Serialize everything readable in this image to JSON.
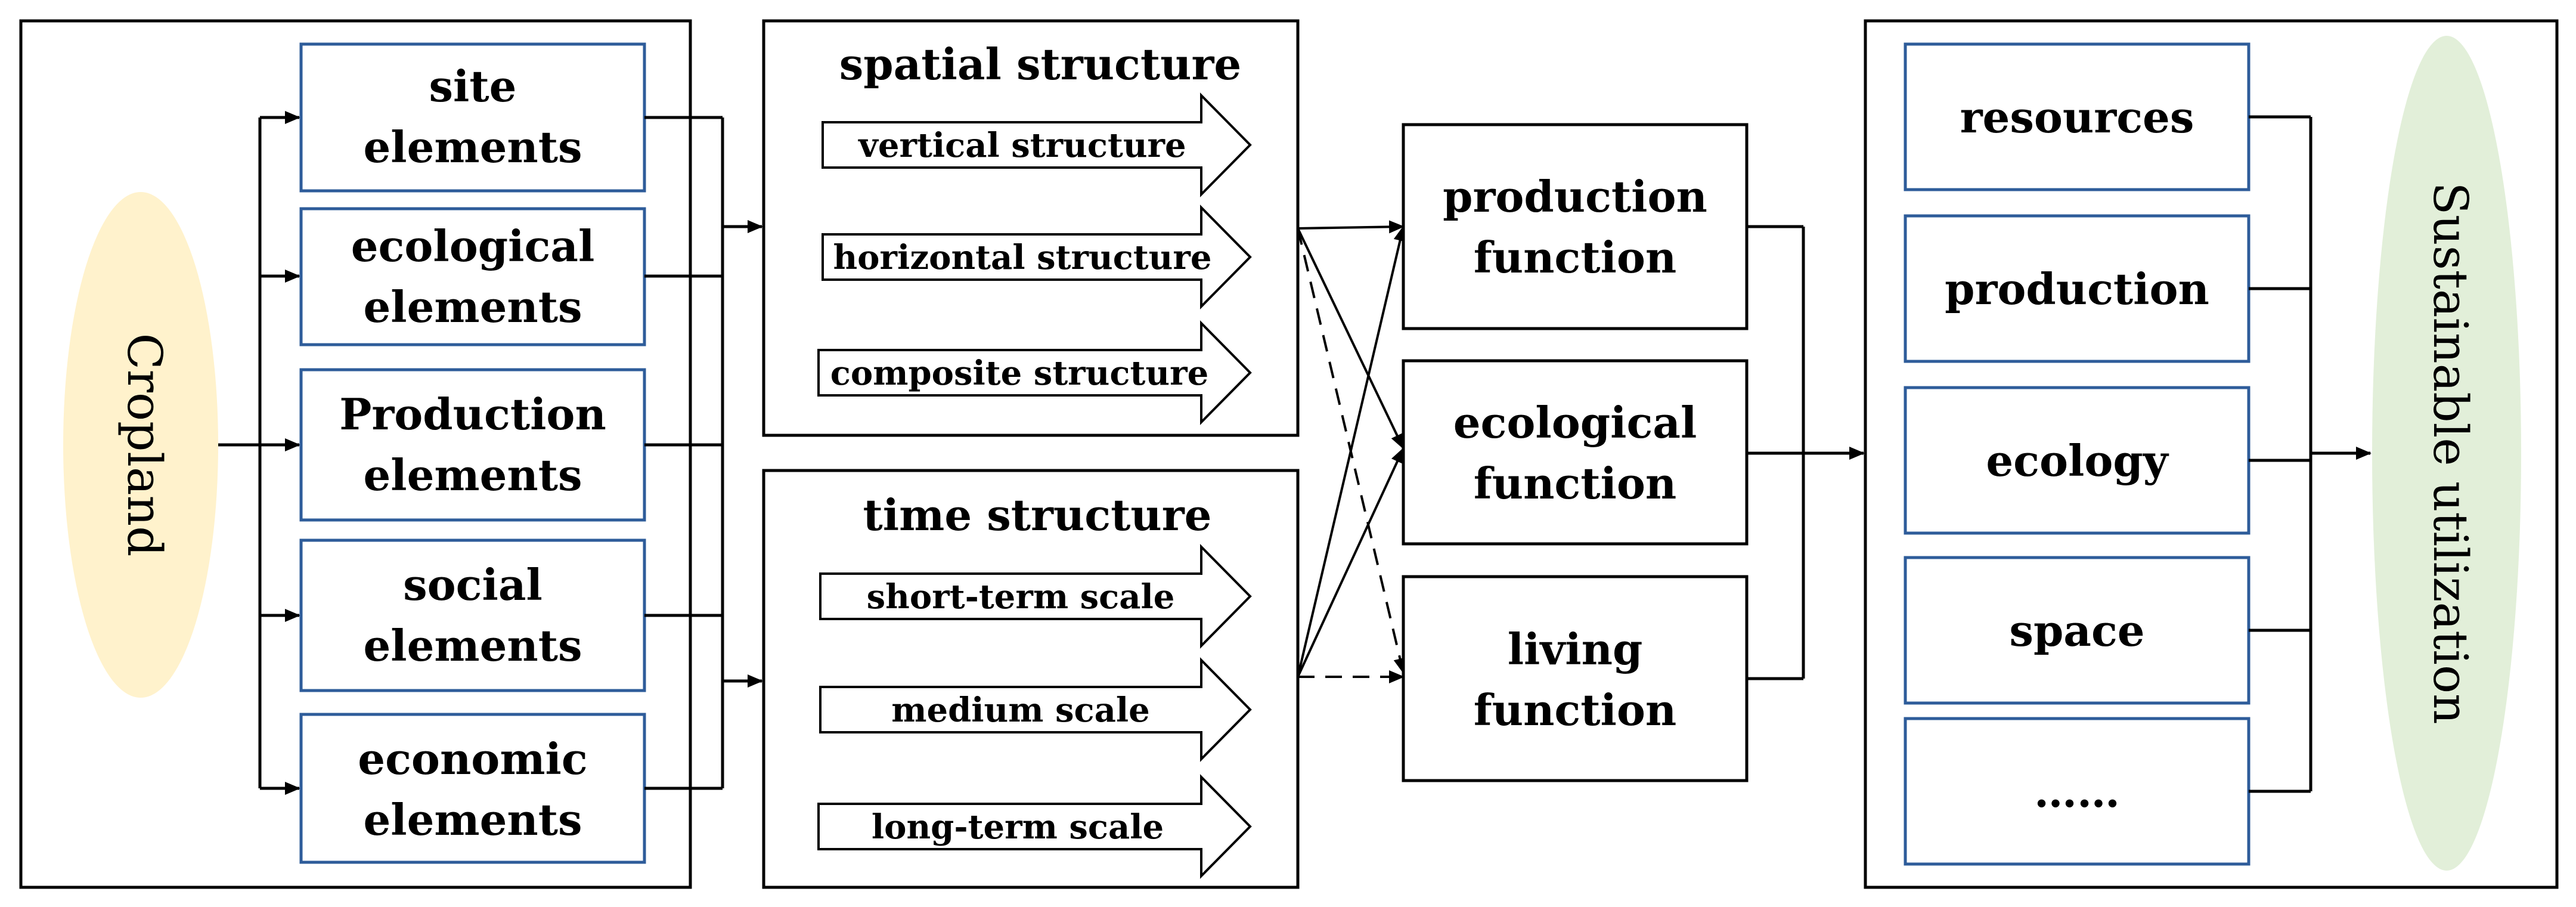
{
  "source": {
    "label": "Cropland"
  },
  "elements": [
    {
      "line1": "site",
      "line2": "elements"
    },
    {
      "line1": "ecological",
      "line2": "elements"
    },
    {
      "line1": "Production",
      "line2": "elements"
    },
    {
      "line1": "social",
      "line2": "elements"
    },
    {
      "line1": "economic",
      "line2": "elements"
    }
  ],
  "spatial": {
    "title": "spatial structure",
    "items": [
      "vertical structure",
      "horizontal structure",
      "composite structure"
    ]
  },
  "time": {
    "title": "time structure",
    "items": [
      "short-term scale",
      "medium scale",
      "long-term scale"
    ]
  },
  "functions": [
    {
      "line1": "production",
      "line2": "function"
    },
    {
      "line1": "ecological",
      "line2": "function"
    },
    {
      "line1": "living",
      "line2": "function"
    }
  ],
  "outcomes": [
    "resources",
    "production",
    "ecology",
    "space",
    "……"
  ],
  "target": {
    "label": "Sustainable utilization"
  },
  "colors": {
    "cropland_fill": "#fff2cc",
    "target_fill": "#e2efd9",
    "element_border": "#2e5c9a",
    "line": "#000000"
  }
}
